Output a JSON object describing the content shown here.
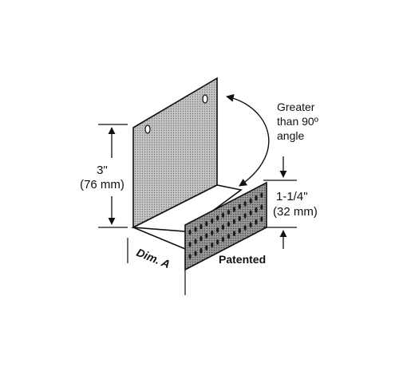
{
  "labels": {
    "height_in": "3\"",
    "height_mm": "(76 mm)",
    "angle_line1": "Greater",
    "angle_line2": "than 90º",
    "angle_line3": "angle",
    "flange_in": "1-1/4\"",
    "flange_mm": "(32 mm)",
    "dim_a": "Dim. A",
    "patented": "Patented"
  },
  "colors": {
    "stroke": "#111111",
    "back_panel": "#b9b9b9",
    "flange": "#8a8a8a",
    "base": "#ffffff",
    "slot": "#1a1a1a"
  },
  "flange": {
    "slot_rows": 3,
    "slots_per_row": 14
  }
}
